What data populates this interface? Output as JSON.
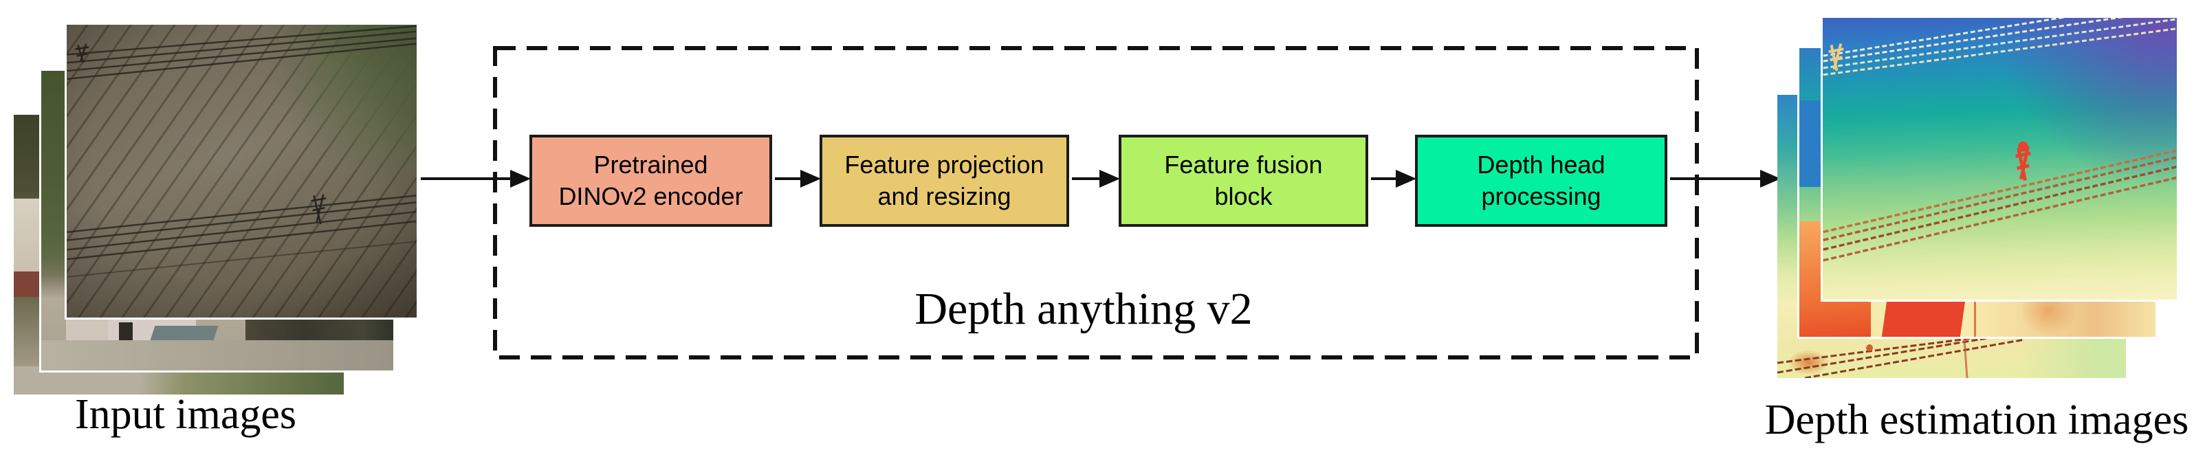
{
  "figure": {
    "input_label": "Input images",
    "pipeline_label": "Depth anything v2",
    "output_label": "Depth estimation images",
    "blocks": [
      {
        "line1": "Pretrained",
        "line2": "DINOv2 encoder",
        "fill": "#F1A68A"
      },
      {
        "line1": "Feature projection",
        "line2": "and resizing",
        "fill": "#E9C96F"
      },
      {
        "line1": "Feature fusion",
        "line2": "block",
        "fill": "#B1F163"
      },
      {
        "line1": "Depth head",
        "line2": "processing",
        "fill": "#04F0A1"
      }
    ],
    "styles": {
      "block_border_color": "#1c1c1c",
      "dashed_box_color": "#111111",
      "arrow_color": "#111111",
      "text_color": "#000000"
    }
  }
}
